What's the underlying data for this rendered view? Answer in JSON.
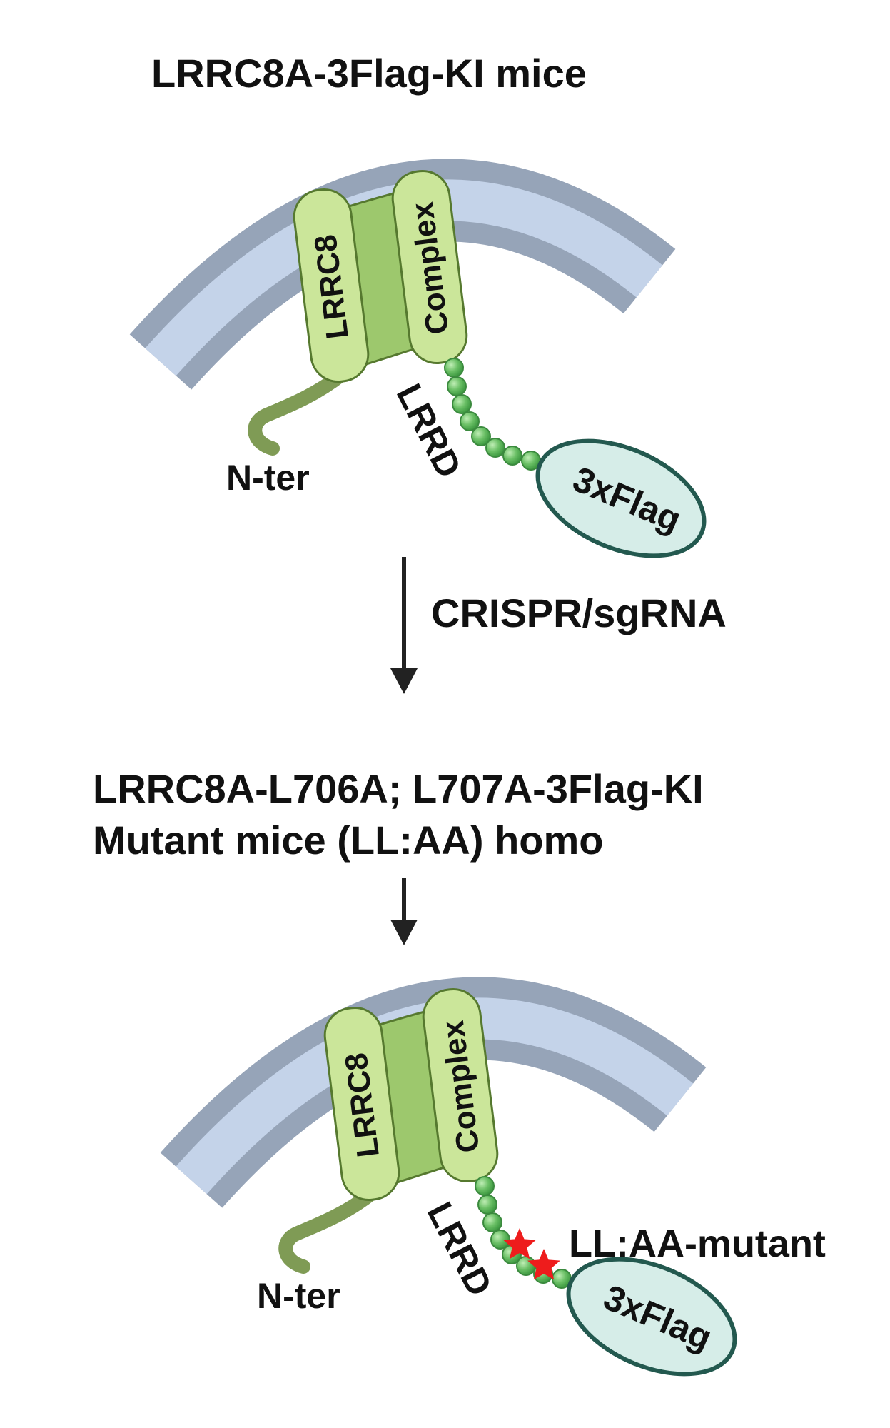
{
  "title": "LRRC8A-3Flag-KI mice",
  "step_label": "CRISPR/sgRNA",
  "mutant_title_line1": "LRRC8A-L706A; L707A-3Flag-KI",
  "mutant_title_line2": "Mutant mice (LL:AA) homo",
  "wildtype_panel": {
    "lrrc8_label": "LRRC8",
    "complex_label": "Complex",
    "nter_label": "N-ter",
    "lrrd_label": "LRRD",
    "flag_label": "3xFlag"
  },
  "mutant_panel": {
    "lrrc8_label": "LRRC8",
    "complex_label": "Complex",
    "nter_label": "N-ter",
    "lrrd_label": "LRRD",
    "flag_label": "3xFlag",
    "mutation_label": "LL:AA-mutant"
  },
  "colors": {
    "membrane_outer": "#96a4b8",
    "membrane_inner": "#c4d3e9",
    "protein_light": "#cbe69a",
    "protein_mid": "#9dc86d",
    "protein_outline": "#56792f",
    "nter_tail": "#7f9b55",
    "bead_fill": "#6abf65",
    "bead_outline": "#3b8a3e",
    "flag_fill": "#d6ede8",
    "flag_outline": "#23594f",
    "mutation_star": "#ee1c1c",
    "arrow": "#222222",
    "text": "#111111"
  }
}
